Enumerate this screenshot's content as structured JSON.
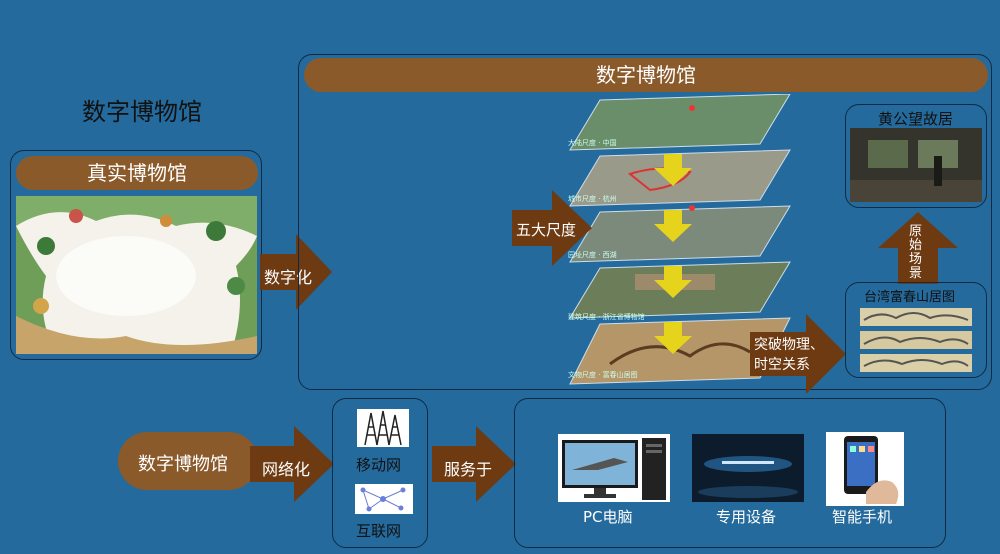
{
  "page_title": "数字博物馆",
  "real_museum": {
    "label": "真实博物馆"
  },
  "digitize_label": "数字化",
  "digital_panel": {
    "header": "数字博物馆"
  },
  "five_scales_label": "五大尺度",
  "scale_tags": [
    "大陆尺度 · 中国",
    "城市尺度 · 杭州",
    "园址尺度 · 西湖",
    "建筑尺度 · 浙江省博物馆",
    "文物尺度 · 富春山居图"
  ],
  "breakthrough_label": [
    "突破物理、",
    "时空关系"
  ],
  "former_residence": {
    "title": "黄公望故居"
  },
  "original_scene_label": [
    "原",
    "始",
    "场",
    "景"
  ],
  "painting": {
    "title": "台湾富春山居图"
  },
  "bottom": {
    "museum_label": "数字博物馆",
    "network_label": "网络化",
    "mobile_label": "移动网",
    "internet_label": "互联网",
    "serve_label": "服务于",
    "devices": [
      "PC电脑",
      "专用设备",
      "智能手机"
    ]
  },
  "colors": {
    "background": "#246a9c",
    "pill": "#8b5a2b",
    "arrow": "#6e3a12"
  }
}
